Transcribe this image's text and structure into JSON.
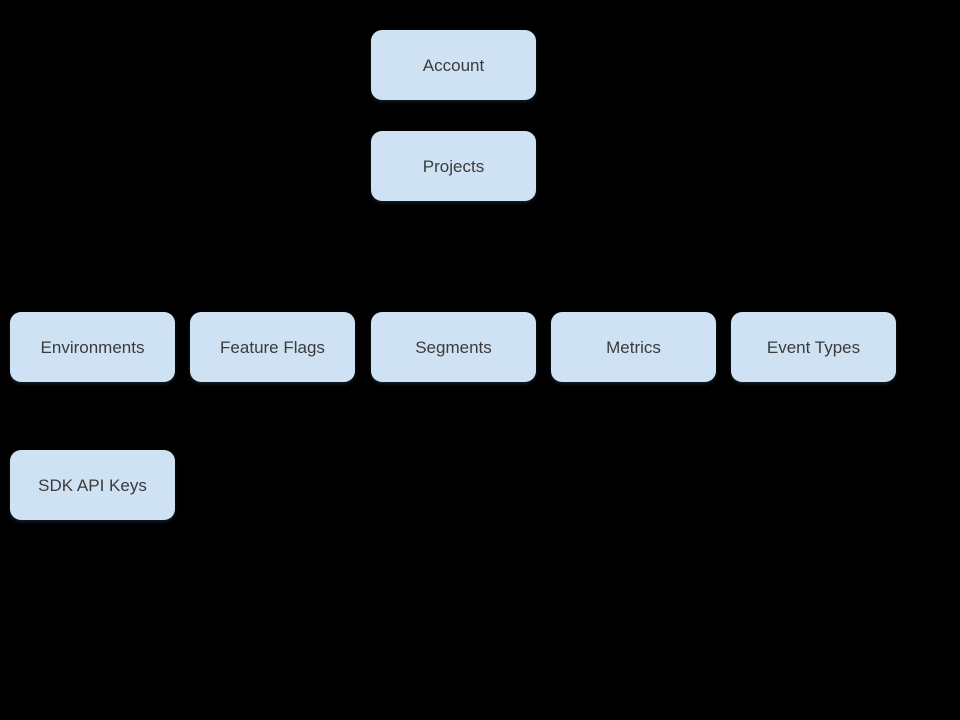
{
  "diagram": {
    "background_color": "#000000",
    "node_fill_color": "#cfe2f3",
    "node_text_color": "#3b3b3b",
    "nodes": [
      {
        "id": "account",
        "label": "Account"
      },
      {
        "id": "projects",
        "label": "Projects"
      },
      {
        "id": "environments",
        "label": "Environments"
      },
      {
        "id": "feature-flags",
        "label": "Feature Flags"
      },
      {
        "id": "segments",
        "label": "Segments"
      },
      {
        "id": "metrics",
        "label": "Metrics"
      },
      {
        "id": "event-types",
        "label": "Event Types"
      },
      {
        "id": "sdk-api-keys",
        "label": "SDK API Keys"
      }
    ]
  }
}
